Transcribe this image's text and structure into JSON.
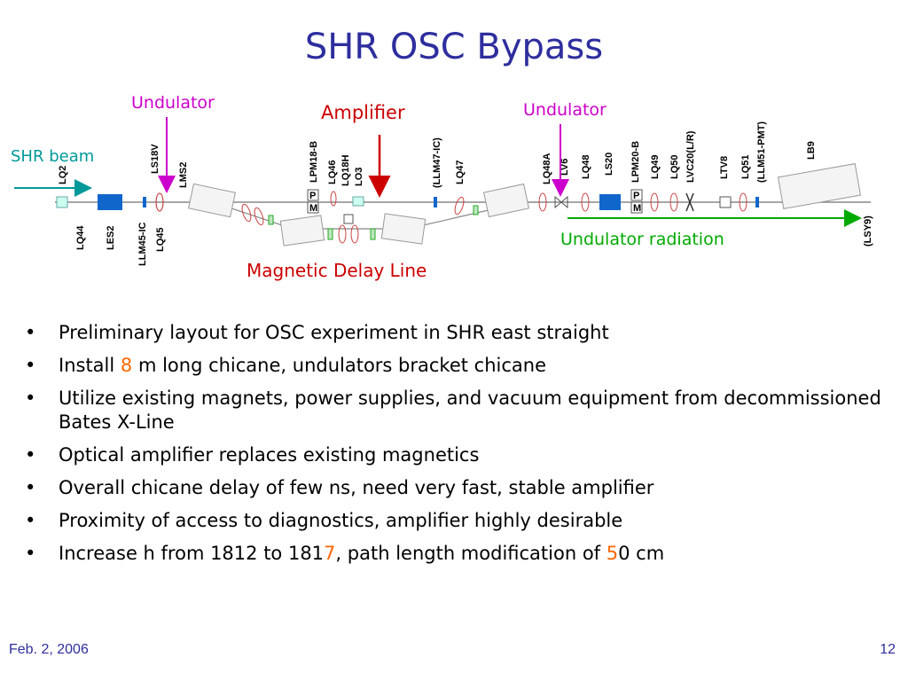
{
  "slide": {
    "title": "SHR OSC Bypass",
    "footer_date": "Feb. 2, 2006",
    "page_number": "12"
  },
  "diagram": {
    "callouts": {
      "undulator_left": "Undulator",
      "amplifier": "Amplifier",
      "undulator_right": "Undulator",
      "shr_beam": "SHR beam",
      "undulator_radiation": "Undulator radiation",
      "magnetic_delay_line": "Magnetic Delay Line"
    },
    "colors": {
      "undulator": "#cc00cc",
      "amplifier": "#cc0000",
      "shr_beam": "#009999",
      "radiation": "#00aa00",
      "delay_line": "#cc0000"
    },
    "element_labels": {
      "LQ2": "LQ2",
      "LS18V": "LS18V",
      "LMS2": "LMS2",
      "LPM18B": "LPM18-B",
      "LQ46": "LQ46",
      "LQ18H": "LQ18H",
      "LO3": "LO3",
      "LLM47IC": "(LLM47-IC)",
      "LQ47": "LQ47",
      "LQ48A": "LQ48A",
      "LV6": "LV6",
      "LQ48": "LQ48",
      "LS20": "LS20",
      "LPM20B": "LPM20-B",
      "LQ49": "LQ49",
      "LQ50": "LQ50",
      "LVC20": "LVC20(L/R)",
      "LTV8": "LTV8",
      "LQ51": "LQ51",
      "LLM51PMT": "(LLM51-PMT)",
      "LB9": "LB9",
      "LQ44": "LQ44",
      "LES2": "LES2",
      "LLM45IC": "LLM45-IC",
      "LQ45": "LQ45",
      "LSY9": "(LSY9)",
      "P": "P",
      "M": "M"
    }
  },
  "bullets": [
    {
      "parts": [
        {
          "text": "Preliminary layout for OSC experiment in SHR east straight",
          "highlight": false
        }
      ]
    },
    {
      "parts": [
        {
          "text": "Install ",
          "highlight": false
        },
        {
          "text": "8",
          "highlight": true
        },
        {
          "text": " m long chicane, undulators bracket chicane",
          "highlight": false
        }
      ]
    },
    {
      "parts": [
        {
          "text": "Utilize existing magnets, power supplies, and vacuum equipment from decommissioned Bates X-Line",
          "highlight": false
        }
      ]
    },
    {
      "parts": [
        {
          "text": "Optical amplifier replaces existing magnetics",
          "highlight": false
        }
      ]
    },
    {
      "parts": [
        {
          "text": "Overall chicane delay of few ns, need very fast, stable amplifier",
          "highlight": false
        }
      ]
    },
    {
      "parts": [
        {
          "text": "Proximity of access to diagnostics, amplifier highly desirable",
          "highlight": false
        }
      ]
    },
    {
      "parts": [
        {
          "text": "Increase h from 1812 to 181",
          "highlight": false
        },
        {
          "text": "7",
          "highlight": true
        },
        {
          "text": ", path length modification of ",
          "highlight": false
        },
        {
          "text": "5",
          "highlight": true
        },
        {
          "text": "0 cm",
          "highlight": false
        }
      ]
    }
  ],
  "bullet_symbol": "•"
}
